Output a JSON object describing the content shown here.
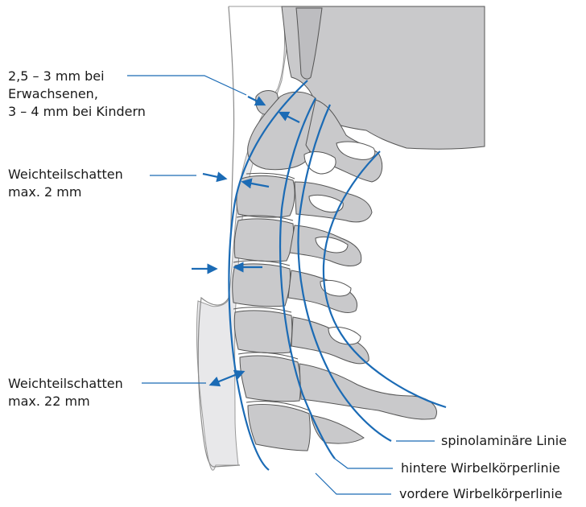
{
  "labels": {
    "csd_gap": [
      "2,5 – 3 mm bei",
      "Erwachsenen,",
      "3 – 4 mm bei Kindern"
    ],
    "soft_tissue_upper": [
      "Weichteilschatten",
      "max. 2 mm"
    ],
    "soft_tissue_lower": [
      "Weichteilschatten",
      "max. 22 mm"
    ],
    "spinolaminar_line": "spinolaminäre Linie",
    "posterior_line": "hintere Wirbelkörperlinie",
    "anterior_line": "vordere Wirbelkörperlinie"
  },
  "colors": {
    "line_blue": "#1b6bb5",
    "bone_fill": "#c9c9cb",
    "soft_tissue_fill": "#e8e8ea",
    "outline": "#555555",
    "leader": "#1b6bb5"
  }
}
